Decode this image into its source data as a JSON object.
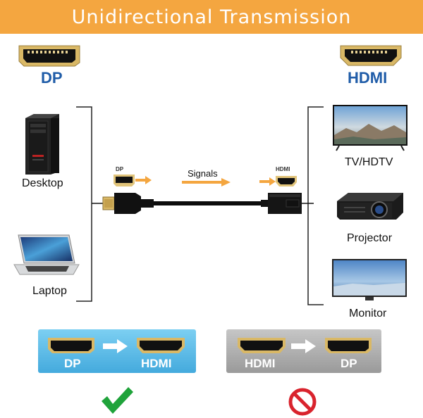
{
  "banner": {
    "title": "Unidirectional Transmission"
  },
  "left_port": {
    "label": "DP"
  },
  "right_port": {
    "label": "HDMI"
  },
  "left_devices": [
    {
      "label": "Desktop",
      "icon": "desktop-tower-icon"
    },
    {
      "label": "Laptop",
      "icon": "laptop-icon"
    }
  ],
  "right_devices": [
    {
      "label": "TV/HDTV",
      "icon": "tv-icon"
    },
    {
      "label": "Projector",
      "icon": "projector-icon"
    },
    {
      "label": "Monitor",
      "icon": "monitor-icon"
    }
  ],
  "cable": {
    "dp_label": "DP",
    "hdmi_label": "HDMI",
    "signal_label": "Signals"
  },
  "supported": {
    "from": "DP",
    "to": "HDMI",
    "status_icon": "checkmark-icon"
  },
  "unsupported": {
    "from": "HDMI",
    "to": "DP",
    "status_icon": "prohibited-icon"
  },
  "colors": {
    "banner": "#f4a640",
    "port_label": "#1f5ca8",
    "arrow": "#f4a640",
    "supported_panel": "#5ab9e3",
    "unsupported_panel": "#a9a9a9",
    "check": "#1fa33a",
    "prohibited": "#d9232d"
  }
}
